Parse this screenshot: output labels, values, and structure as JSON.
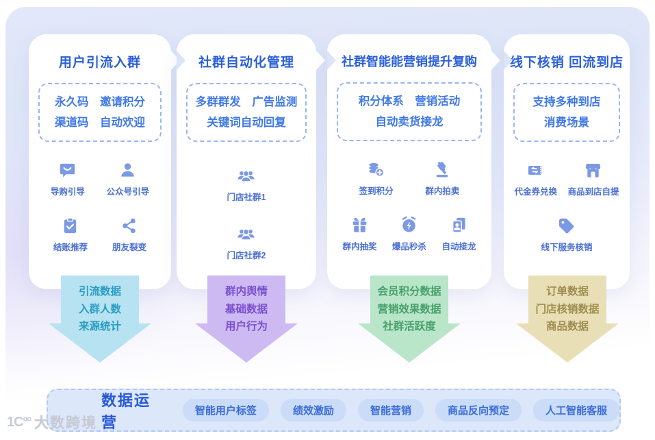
{
  "colors": {
    "title_blue": "#2b5fd9",
    "tag_blue": "#4179e6",
    "dash_border": "#96b7f0",
    "label_blue": "#4a6fd4",
    "icon_blue": "#7c99e6",
    "footer_title_blue": "#2857d8",
    "footer_bar_bg": "#dce7fa",
    "footer_bar_border": "#b2c8f2",
    "pill_bg": "#cadcf8",
    "pill_text": "#3b6bd8"
  },
  "columns": [
    {
      "title": "用户引流入群",
      "box_lines": [
        "永久码　邀请积分",
        "渠道码　自动欢迎"
      ],
      "feature_rows": [
        [
          {
            "icon": "guide-chat",
            "label": "导购引导"
          },
          {
            "icon": "person",
            "label": "公众号引导"
          }
        ],
        [
          {
            "icon": "clipboard-check",
            "label": "结账推荐"
          },
          {
            "icon": "share",
            "label": "朋友裂变"
          }
        ]
      ],
      "arrow": {
        "bg": "#b6e2f2",
        "fg": "#2a9cc2",
        "lines": [
          "引流数据",
          "入群人数",
          "来源统计"
        ]
      }
    },
    {
      "title": "社群自动化管理",
      "box_lines": [
        "多群群发　广告监测",
        "关键词自动回复"
      ],
      "feature_rows": [
        [
          {
            "icon": "group",
            "label": "门店社群1"
          }
        ],
        [
          {
            "icon": "group",
            "label": "门店社群2"
          }
        ]
      ],
      "arrow": {
        "bg": "#cdbaf3",
        "fg": "#7a4fd0",
        "lines": [
          "群内舆情",
          "基础数据",
          "用户行为"
        ]
      }
    },
    {
      "title": "社群智能能营销提升复购",
      "box_lines": [
        "积分体系　营销活动",
        "自动卖货接龙"
      ],
      "feature_rows": [
        [
          {
            "icon": "coins",
            "label": "签到积分"
          },
          {
            "icon": "gavel",
            "label": "群内拍卖"
          }
        ],
        [
          {
            "icon": "gift",
            "label": "群内抽奖"
          },
          {
            "icon": "alarm",
            "label": "爆品秒杀"
          },
          {
            "icon": "cards-person",
            "label": "自动接龙"
          }
        ]
      ],
      "arrow": {
        "bg": "#b9e5c9",
        "fg": "#47a06b",
        "lines": [
          "会员积分数据",
          "营销效果数据",
          "社群活跃度"
        ]
      }
    },
    {
      "title": "线下核销 回流到店",
      "box_lines": [
        "支持多种到店",
        "消费场景"
      ],
      "feature_rows": [
        [
          {
            "icon": "voucher",
            "label": "代金券兑换"
          },
          {
            "icon": "store",
            "label": "商品到店自提"
          }
        ],
        [
          {
            "icon": "price-tag",
            "label": "线下服务核销"
          }
        ]
      ],
      "arrow": {
        "bg": "#e9dfb6",
        "fg": "#9e8d4e",
        "lines": [
          "订单数据",
          "门店核销数据",
          "商品数据"
        ]
      }
    }
  ],
  "footer": {
    "title": "数据运营",
    "tags": [
      "智能用户标签",
      "绩效激励",
      "智能营销",
      "商品反向预定",
      "人工智能客服"
    ]
  },
  "watermark": {
    "logo": "1C",
    "logo_sup": "oo",
    "text": "大数跨境"
  }
}
